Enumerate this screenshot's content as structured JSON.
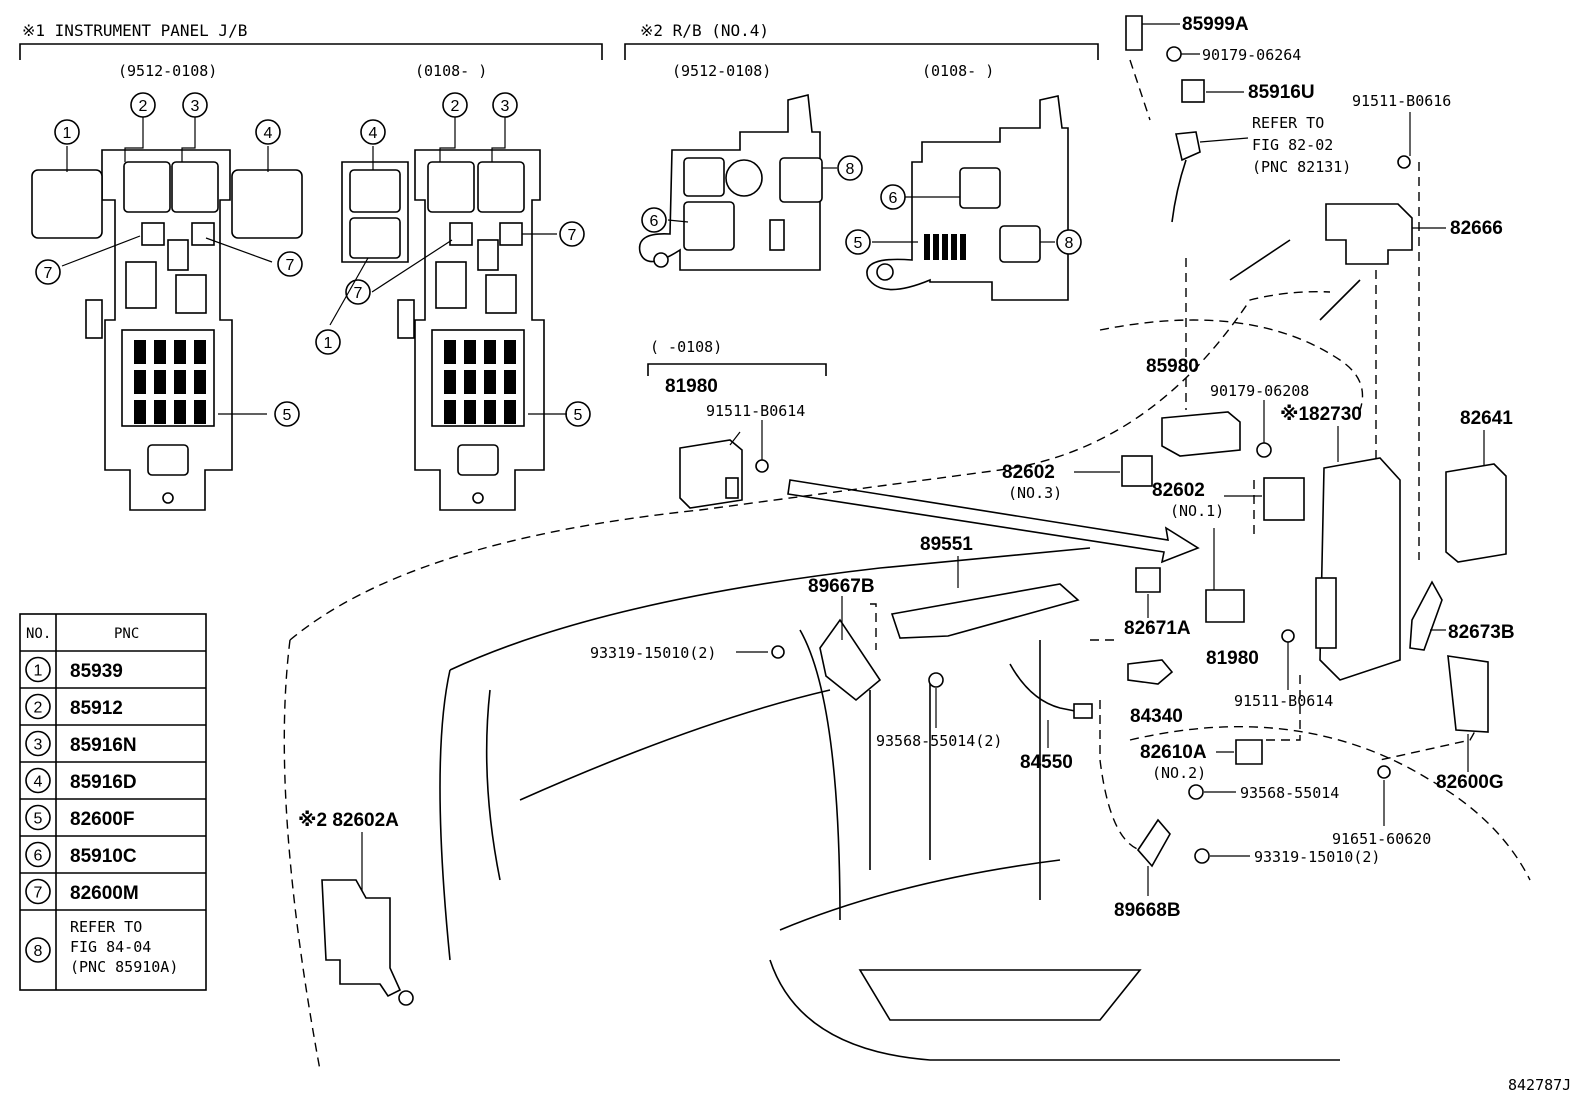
{
  "headers": {
    "jb": "※1 INSTRUMENT PANEL J/B",
    "rb": "※2 R/B (NO.4)",
    "jb_period_a": "(9512-0108)",
    "jb_period_b": "(0108-    )",
    "rb_period_a": "(9512-0108)",
    "rb_period_b": "(0108-    )",
    "relay_period": "(    -0108)"
  },
  "callouts": [
    "1",
    "2",
    "3",
    "4",
    "5",
    "6",
    "7",
    "8"
  ],
  "table": {
    "col_no": "NO.",
    "col_pnc": "PNC",
    "rows": [
      {
        "no": "1",
        "pnc": "85939"
      },
      {
        "no": "2",
        "pnc": "85912"
      },
      {
        "no": "3",
        "pnc": "85916N"
      },
      {
        "no": "4",
        "pnc": "85916D"
      },
      {
        "no": "5",
        "pnc": "82600F"
      },
      {
        "no": "6",
        "pnc": "85910C"
      },
      {
        "no": "7",
        "pnc": "82600M"
      },
      {
        "no": "8",
        "pnc_lines": [
          "REFER TO",
          "FIG 84-04",
          "(PNC 85910A)"
        ]
      }
    ]
  },
  "parts": {
    "p85999A": "85999A",
    "p90179_06264": "90179-06264",
    "p85916U": "85916U",
    "p91511_B0616": "91511-B0616",
    "refer1": "REFER TO",
    "refer2": "FIG 82-02",
    "refer3": "(PNC 82131)",
    "p82666": "82666",
    "p85980": "85980",
    "p90179_06208": "90179-06208",
    "p82730": "※182730",
    "p82641": "82641",
    "p81980a": "81980",
    "p91511_B0614a": "91511-B0614",
    "p82602_no3": "82602",
    "no3": "(NO.3)",
    "p82602_no1": "82602",
    "no1": "(NO.1)",
    "p89551": "89551",
    "p89667B": "89667B",
    "p93319_a": "93319-15010(2)",
    "p82671A": "82671A",
    "p81980b": "81980",
    "p82673B": "82673B",
    "p93568_55014_2": "93568-55014(2)",
    "p84340": "84340",
    "p91511_B0614b": "91511-B0614",
    "p84550": "84550",
    "p82610A": "82610A",
    "no2": "(NO.2)",
    "p82600G": "82600G",
    "p93568_55014": "93568-55014",
    "p91651_60620": "91651-60620",
    "p93319_b": "93319-15010(2)",
    "p89668B": "89668B",
    "p82602A": "※2 82602A"
  },
  "figure_id": "842787J"
}
